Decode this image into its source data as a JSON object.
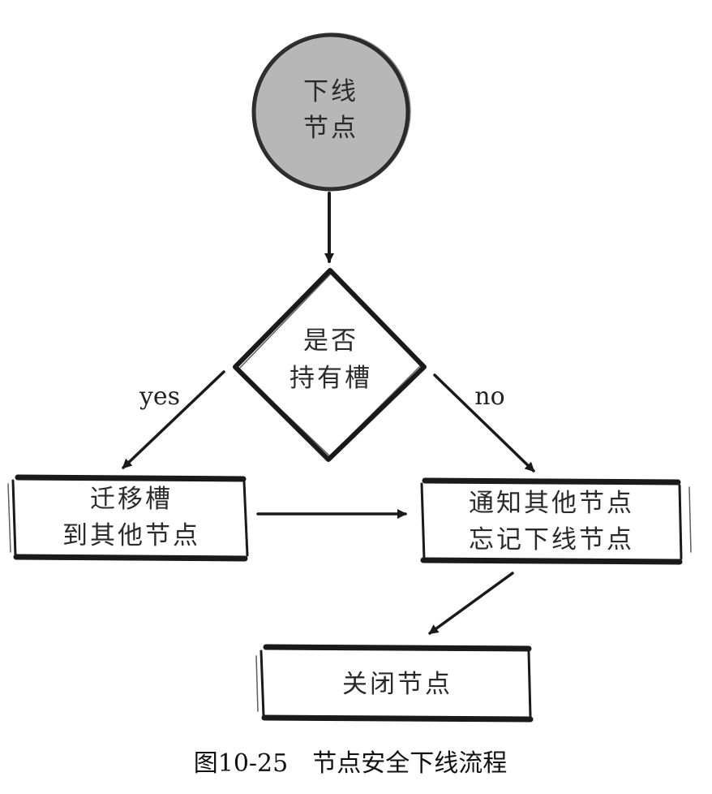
{
  "colors": {
    "ink": "#1a1a1a",
    "start_fill": "#b7b7b7",
    "background": "#ffffff"
  },
  "nodes": {
    "start": {
      "shape": "circle",
      "lines": [
        "下线",
        "节点"
      ]
    },
    "decision": {
      "shape": "diamond",
      "lines": [
        "是否",
        "持有槽"
      ]
    },
    "migrate": {
      "shape": "box",
      "lines": [
        "迁移槽",
        "到其他节点"
      ]
    },
    "notify": {
      "shape": "box",
      "lines": [
        "通知其他节点",
        "忘记下线节点"
      ]
    },
    "close": {
      "shape": "box",
      "lines": [
        "关闭节点"
      ]
    }
  },
  "edges": {
    "yes_label": "yes",
    "no_label": "no"
  },
  "caption": "图10-25　节点安全下线流程"
}
